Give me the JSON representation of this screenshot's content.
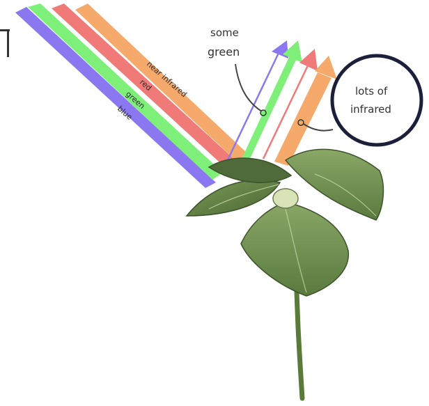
{
  "diagram": {
    "incoming_beams": [
      {
        "label": "blue",
        "color": "#8b78f0"
      },
      {
        "label": "green",
        "color": "#7ef07a"
      },
      {
        "label": "red",
        "color": "#f07a78"
      },
      {
        "label": "near infrared",
        "color": "#f5a96a"
      }
    ],
    "reflected_beams": [
      {
        "color": "#8b78f0"
      },
      {
        "color": "#7ef07a"
      },
      {
        "color": "#f07a78"
      },
      {
        "color": "#f5a96a"
      }
    ],
    "callouts": {
      "some_green_line1": "some",
      "some_green_line2": "green",
      "infrared_line1": "lots of",
      "infrared_line2": "infrared"
    },
    "icons": [
      "plant-illustration",
      "callout-circle"
    ],
    "colors": {
      "leaf_dark": "#4f6b3a",
      "leaf_light": "#6f8e4d",
      "stem": "#5a7a3a",
      "circle_stroke": "#1b1f3a"
    }
  }
}
